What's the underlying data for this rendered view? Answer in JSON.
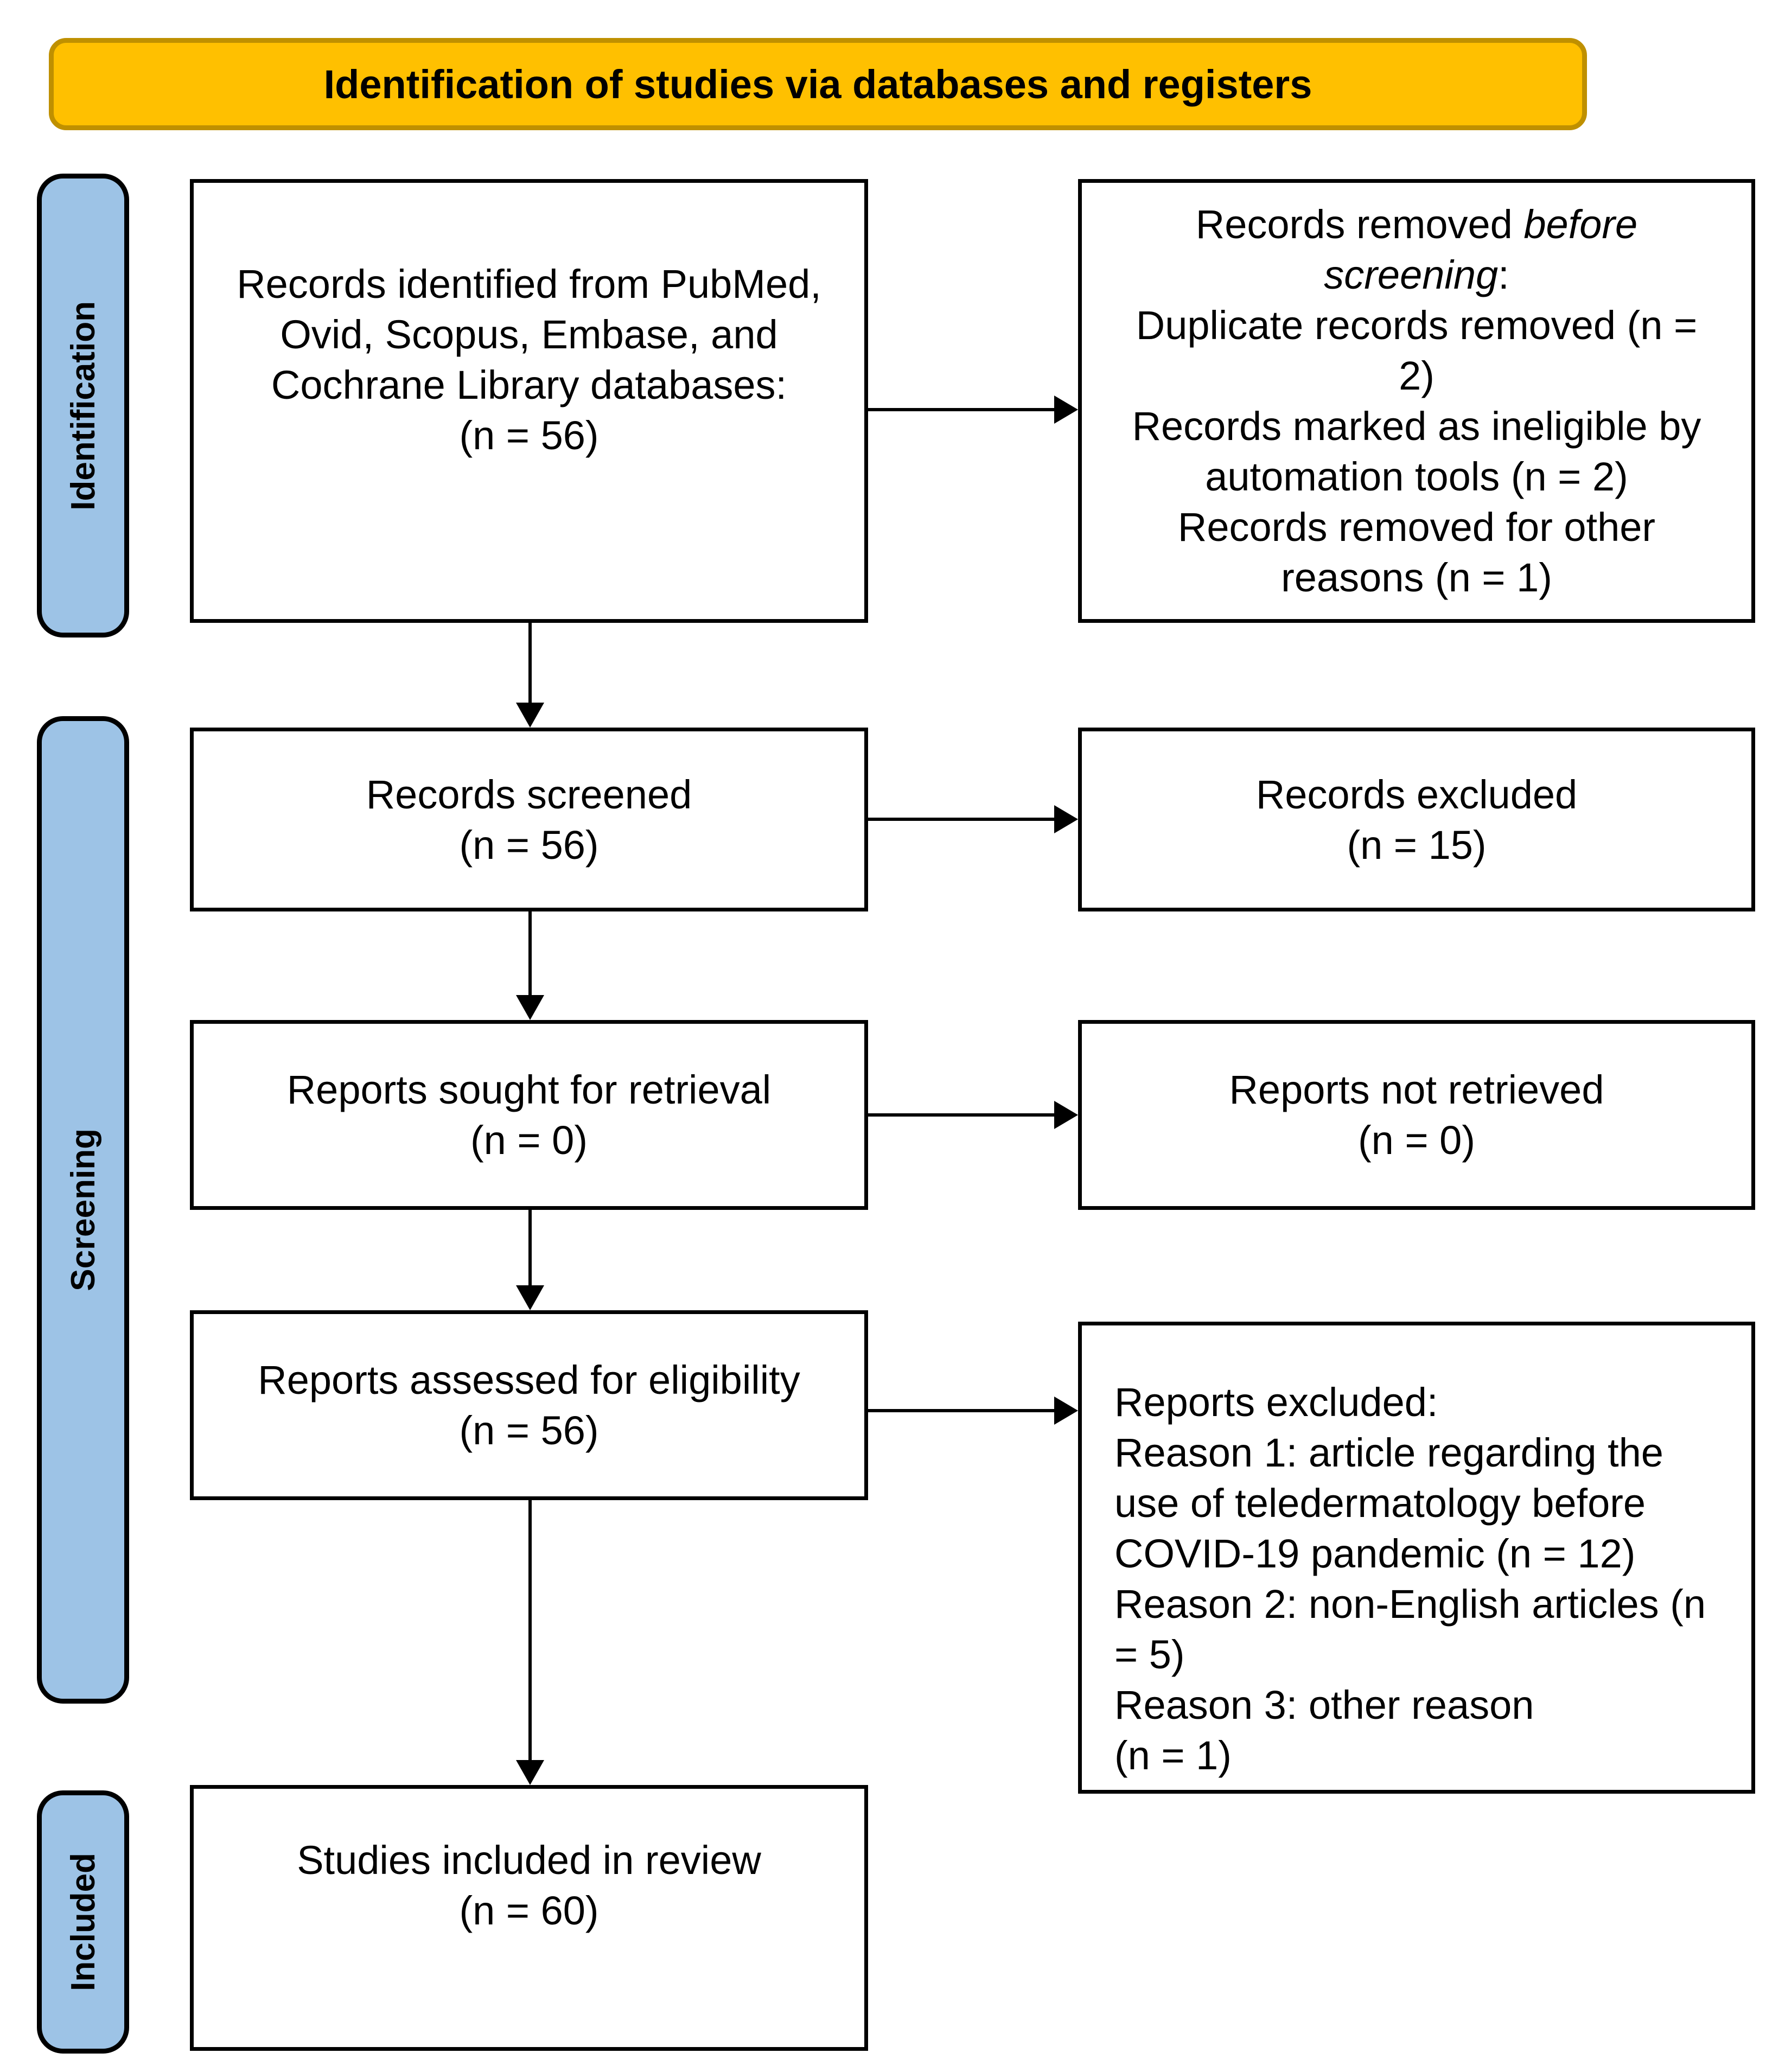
{
  "header": {
    "title": "Identification of studies via databases and registers"
  },
  "sidebar": {
    "identification_label": "Identification",
    "screening_label": "Screening",
    "included_label": "Included"
  },
  "colors": {
    "banner_fill": "#FFC000",
    "banner_border": "#BF9000",
    "stage_fill": "#9DC3E6",
    "stage_border": "#000000",
    "box_border": "#000000",
    "arrow_color": "#000000",
    "text_color": "#000000"
  },
  "boxes": {
    "records_identified": {
      "lines": [
        "Records identified from PubMed,",
        "Ovid, Scopus, Embase, and",
        "Cochrane Library databases:",
        "(n = 56)"
      ]
    },
    "records_removed": {
      "line1_normal": "Records removed ",
      "line1_italic": "before",
      "line2_italic": "screening",
      "line2_normal": ":",
      "lines": [
        "Duplicate records removed (n =",
        "2)",
        "Records marked as ineligible by",
        "automation tools (n = 2)",
        "Records removed for other",
        "reasons (n = 1)"
      ]
    },
    "records_screened": {
      "lines": [
        "Records screened",
        "(n = 56)"
      ]
    },
    "records_excluded": {
      "lines": [
        "Records excluded",
        "(n = 15)"
      ]
    },
    "reports_sought": {
      "lines": [
        "Reports sought for retrieval",
        "(n = 0)"
      ]
    },
    "reports_not_retrieved": {
      "lines": [
        "Reports not retrieved",
        "(n = 0)"
      ]
    },
    "reports_assessed": {
      "lines": [
        "Reports assessed for eligibility",
        "(n = 56)"
      ]
    },
    "reports_excluded": {
      "lines": [
        "Reports excluded:",
        "Reason 1: article regarding the",
        "use of teledermatology before",
        "COVID-19 pandemic (n = 12)",
        "Reason 2: non-English articles (n",
        "= 5)",
        "Reason 3: other reason",
        "(n = 1)"
      ]
    },
    "studies_included": {
      "lines": [
        "Studies included in review",
        "(n = 60)"
      ]
    }
  }
}
